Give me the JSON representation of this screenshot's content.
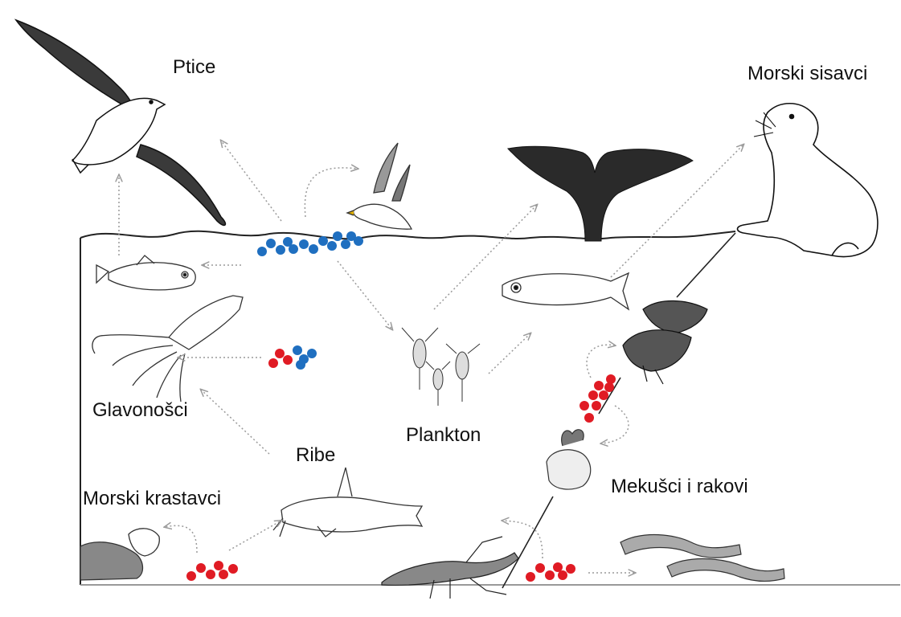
{
  "labels": {
    "birds": "Ptice",
    "marine_mammals": "Morski sisavci",
    "cephalopods": "Glavonošci",
    "plankton": "Plankton",
    "fish": "Ribe",
    "sea_cucumbers": "Morski krastavci",
    "molluscs_crustaceans": "Mekušci i rakovi"
  },
  "colors": {
    "blue_dot": "#1f6fc0",
    "red_dot": "#e01b24",
    "line": "#222222",
    "arrow": "#9a9a9a"
  }
}
